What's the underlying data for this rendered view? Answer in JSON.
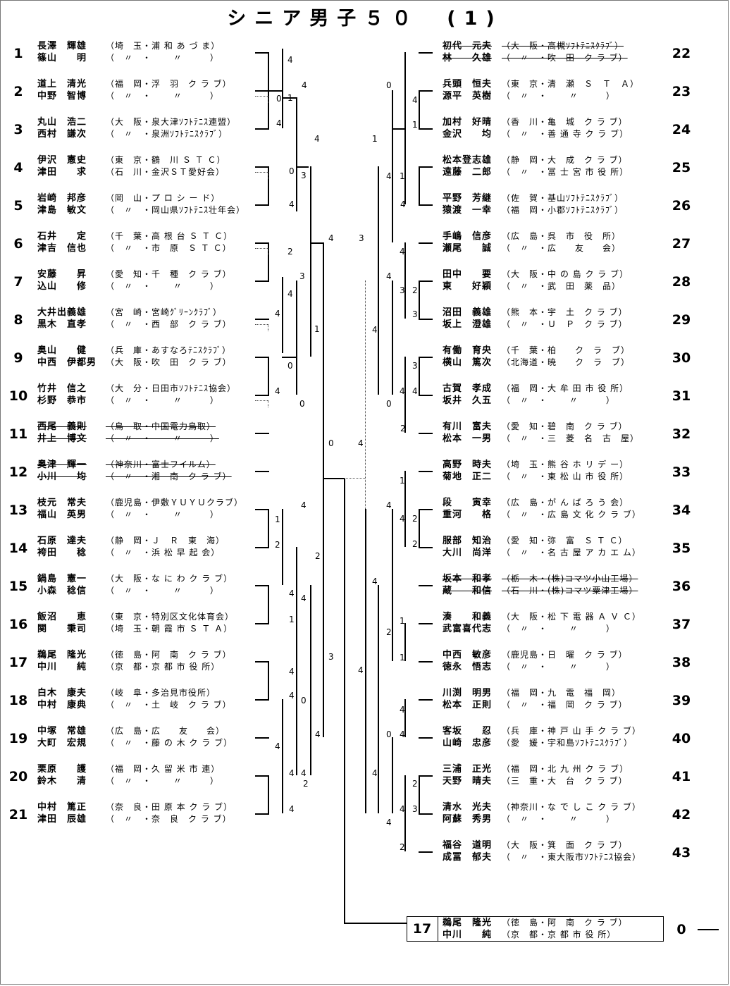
{
  "title": "シニア男子５０　(1)",
  "left": [
    {
      "no": "1",
      "p1": "長澤　輝雄",
      "a1": "（埼　玉・浦 和 あ づ ま）",
      "p2": "篠山　　明",
      "a2": "（　〃　・　　 〃　　　）"
    },
    {
      "no": "2",
      "p1": "道上　清光",
      "a1": "（福　岡・浮　羽　ク ラ ブ）",
      "p2": "中野　智博",
      "a2": "（　〃　・　　 〃　　　）"
    },
    {
      "no": "3",
      "p1": "丸山　浩二",
      "a1": "（大　阪・泉大津ｿﾌﾄﾃﾆｽ連盟）",
      "p2": "西村　謙次",
      "a2": "（　〃　・泉洲ｿﾌﾄﾃﾆｽｸﾗﾌﾞ）"
    },
    {
      "no": "4",
      "p1": "伊沢　憲史",
      "a1": "（東　京・鶴　川 Ｓ Ｔ Ｃ）",
      "p2": "津田　　求",
      "a2": "（石　川・金沢ＳＴ愛好会）"
    },
    {
      "no": "5",
      "p1": "岩崎　邦彦",
      "a1": "（岡　山・プ ロ シ ー ド）",
      "p2": "津島　敏文",
      "a2": "（　〃　・岡山県ｿﾌﾄﾃﾆｽ壮年会）"
    },
    {
      "no": "6",
      "p1": "石井　　定",
      "a1": "（千　葉・高 根 台 Ｓ Ｔ Ｃ）",
      "p2": "津吉　信也",
      "a2": "（　〃　・市　原　Ｓ Ｔ Ｃ）"
    },
    {
      "no": "7",
      "p1": "安藤　　昇",
      "a1": "（愛　知・千　種　ク ラ ブ）",
      "p2": "込山　　修",
      "a2": "（　〃　・　　 〃　　　）"
    },
    {
      "no": "8",
      "p1": "大井出義雄",
      "a1": "（宮　崎・宮崎ｸﾞﾘｰﾝｸﾗﾌﾞ）",
      "p2": "黒木　直孝",
      "a2": "（　〃　・西　部　ク ラ ブ）"
    },
    {
      "no": "9",
      "p1": "奥山　　健",
      "a1": "（兵　庫・あすなろﾃﾆｽｸﾗﾌﾞ）",
      "p2": "中西　伊都男",
      "a2": "（大　阪・吹　田　ク ラ ブ）"
    },
    {
      "no": "10",
      "p1": "竹井　信之",
      "a1": "（大　分・日田市ｿﾌﾄﾃﾆｽ協会）",
      "p2": "杉野　恭市",
      "a2": "（　〃　・　　 〃　　　）"
    },
    {
      "no": "11",
      "p1": "西尾　義則",
      "a1": "（鳥　取・中国電力鳥取）",
      "p2": "井上　博文",
      "a2": "（　〃　・　　 〃　　　）",
      "withdrawn": true
    },
    {
      "no": "12",
      "p1": "奥津　輝一",
      "a1": "（神奈川・富士フイルム）",
      "p2": "小川　　均",
      "a2": "（　〃　・湘　南　ク ラ ブ）",
      "withdrawn": true
    },
    {
      "no": "13",
      "p1": "枝元　常夫",
      "a1": "（鹿児島・伊敷ＹＵＹＵクラブ）",
      "p2": "福山　英男",
      "a2": "（　〃　・　　 〃　　　）"
    },
    {
      "no": "14",
      "p1": "石原　達夫",
      "a1": "（静　岡・Ｊ　Ｒ　東　海）",
      "p2": "袴田　　稔",
      "a2": "（　〃　・浜 松 早 起 会）"
    },
    {
      "no": "15",
      "p1": "鍋島　憲一",
      "a1": "（大　阪・な に わ ク ラ ブ）",
      "p2": "小森　稔信",
      "a2": "（　〃　・　　 〃　　　）"
    },
    {
      "no": "16",
      "p1": "飯沼　　恵",
      "a1": "（東　京・特別区文化体育会）",
      "p2": "関　　秉司",
      "a2": "（埼　玉・朝 霞 市 Ｓ Ｔ Ａ）"
    },
    {
      "no": "17",
      "p1": "鵜尾　隆光",
      "a1": "（徳　島・阿　南　ク ラ ブ）",
      "p2": "中川　　純",
      "a2": "（京　都・京 都 市 役 所）"
    },
    {
      "no": "18",
      "p1": "白木　康夫",
      "a1": "（岐　阜・多治見市役所）",
      "p2": "中村　康典",
      "a2": "（　〃　・土　岐　ク ラ ブ）"
    },
    {
      "no": "19",
      "p1": "中塚　常雄",
      "a1": "（広　島・広　　友　　会）",
      "p2": "大町　宏規",
      "a2": "（　〃　・藤 の 木 ク ラ ブ）"
    },
    {
      "no": "20",
      "p1": "栗原　　護",
      "a1": "（福　岡・久 留 米 市 連）",
      "p2": "鈴木　　清",
      "a2": "（　〃　・　　 〃　　　）"
    },
    {
      "no": "21",
      "p1": "中村　篤正",
      "a1": "（奈　良・田 原 本 ク ラ ブ）",
      "p2": "津田　辰雄",
      "a2": "（　〃　・奈　良　ク ラ ブ）"
    }
  ],
  "right": [
    {
      "no": "22",
      "p1": "初代　元夫",
      "a1": "（大　阪・高槻ｿﾌﾄﾃﾆｽｸﾗﾌﾞ）",
      "p2": "林　　久雄",
      "a2": "（　〃　・吹　田　ク ラ ブ）",
      "withdrawn": true
    },
    {
      "no": "23",
      "p1": "兵頭　恒夫",
      "a1": "（東　京・清　瀬　Ｓ　Ｔ　Ａ）",
      "p2": "源平　英樹",
      "a2": "（　〃　・　　 〃　　　）"
    },
    {
      "no": "24",
      "p1": "加村　好晴",
      "a1": "（香　川・亀　城　ク ラ ブ）",
      "p2": "金沢　　均",
      "a2": "（　〃　・善 通 寺 ク ラ ブ）"
    },
    {
      "no": "25",
      "p1": "松本登志雄",
      "a1": "（静　岡・大　成　ク ラ ブ）",
      "p2": "遠藤　二郎",
      "a2": "（　〃　・冨 士 宮 市 役 所）"
    },
    {
      "no": "26",
      "p1": "平野　芳継",
      "a1": "（佐　賀・基山ｿﾌﾄﾃﾆｽｸﾗﾌﾞ）",
      "p2": "猿渡　一幸",
      "a2": "（福　岡・小郡ｿﾌﾄﾃﾆｽｸﾗﾌﾞ）"
    },
    {
      "no": "27",
      "p1": "手嶋　信彦",
      "a1": "（広　島・呉　市　役　所）",
      "p2": "瀬尾　　誠",
      "a2": "（　〃　・広　　友　　会）"
    },
    {
      "no": "28",
      "p1": "田中　　要",
      "a1": "（大　阪・中 の 島 ク ラ ブ）",
      "p2": "東　　好穎",
      "a2": "（　〃　・武　田　薬　品）"
    },
    {
      "no": "29",
      "p1": "沼田　義雄",
      "a1": "（熊　本・宇　土　ク ラ ブ）",
      "p2": "坂上　澄雄",
      "a2": "（　〃　・Ｕ　Ｐ　ク ラ ブ）"
    },
    {
      "no": "30",
      "p1": "有働　育央",
      "a1": "（千　葉・柏　　ク　ラ　ブ）",
      "p2": "横山　篤次",
      "a2": "（北海道・暁　　ク　ラ　ブ）"
    },
    {
      "no": "31",
      "p1": "古賀　孝成",
      "a1": "（福　岡・大 牟 田 市 役 所）",
      "p2": "坂井　久五",
      "a2": "（　〃　・　　 〃　　　）"
    },
    {
      "no": "32",
      "p1": "有川　富夫",
      "a1": "（愛　知・碧　南　ク ラ ブ）",
      "p2": "松本　一男",
      "a2": "（　〃　・三　菱　名　古　屋）"
    },
    {
      "no": "33",
      "p1": "高野　時夫",
      "a1": "（埼　玉・熊 谷 ホ リ デ ー）",
      "p2": "菊地　正二",
      "a2": "（　〃　・東 松 山 市 役 所）"
    },
    {
      "no": "34",
      "p1": "段　　寅幸",
      "a1": "（広　島・が ん ば ろ う 会）",
      "p2": "重河　　格",
      "a2": "（　〃　・広 島 文 化 ク ラ ブ）"
    },
    {
      "no": "35",
      "p1": "服部　知治",
      "a1": "（愛　知・弥　富　Ｓ Ｔ Ｃ）",
      "p2": "大川　尚洋",
      "a2": "（　〃　・名 古 屋 ア カ エ ム）"
    },
    {
      "no": "36",
      "p1": "坂本　和孝",
      "a1": "（栃　木・(株)コマツ小山工場）",
      "p2": "蔵　　和信",
      "a2": "（石　川・(株)コマツ粟津工場）",
      "withdrawn": true
    },
    {
      "no": "37",
      "p1": "湊　　和義",
      "a1": "（大　阪・松 下 電 器 Ａ Ｖ Ｃ）",
      "p2": "武富喜代志",
      "a2": "（　〃　・　　 〃　　　）"
    },
    {
      "no": "38",
      "p1": "中西　敏彦",
      "a1": "（鹿児島・日　曜　ク ラ ブ）",
      "p2": "徳永　悟志",
      "a2": "（　〃　・　　 〃　　　）"
    },
    {
      "no": "39",
      "p1": "川渕　明男",
      "a1": "（福　岡・九　電　福　岡）",
      "p2": "松本　正則",
      "a2": "（　〃　・福　岡　ク ラ ブ）"
    },
    {
      "no": "40",
      "p1": "客坂　　忍",
      "a1": "（兵　庫・神 戸 山 手 ク ラ ブ）",
      "p2": "山崎　忠彦",
      "a2": "（愛　媛・宇和島ｿﾌﾄﾃﾆｽｸﾗﾌﾞ）"
    },
    {
      "no": "41",
      "p1": "三浦　正光",
      "a1": "（福　岡・北 九 州 ク ラ ブ）",
      "p2": "天野　晴夫",
      "a2": "（三　重・大　台　ク ラ ブ）"
    },
    {
      "no": "42",
      "p1": "清水　光夫",
      "a1": "（神奈川・な で し こ ク ラ ブ）",
      "p2": "阿蘇　秀男",
      "a2": "（　〃　・　　 〃　　　）"
    },
    {
      "no": "43",
      "p1": "福谷　道明",
      "a1": "（大　阪・箕　面　ク ラ ブ）",
      "p2": "成冨　郁夫",
      "a2": "（　〃　・東大阪市ｿﾌﾄﾃﾆｽ協会）"
    }
  ],
  "final": {
    "no": "17",
    "p1": "鵜尾　隆光",
    "a1": "（徳　島・阿　南　ク ラ ブ）",
    "p2": "中川　　純",
    "a2": "（京　都・京 都 市 役 所）",
    "score": "0"
  },
  "scores": [
    "4",
    "4",
    "0",
    "1",
    "4",
    "4",
    "0",
    "3",
    "4",
    "4",
    "2",
    "3",
    "4",
    "4",
    "1",
    "0",
    "4",
    "0",
    "0",
    "4",
    "1",
    "2",
    "2",
    "4",
    "4",
    "1",
    "3",
    "4",
    "4",
    "0",
    "4",
    "4",
    "4",
    "4",
    "2",
    "4",
    "0",
    "4",
    "1",
    "1",
    "4",
    "1",
    "4",
    "3",
    "4",
    "4",
    "3",
    "2",
    "3",
    "4",
    "3",
    "4",
    "4",
    "0",
    "2",
    "4",
    "1",
    "4",
    "4",
    "2",
    "2",
    "4",
    "1",
    "2",
    "1",
    "4",
    "4",
    "0",
    "4",
    "4",
    "2",
    "4",
    "3",
    "4",
    "2",
    "2",
    "4",
    "4",
    "1",
    "4",
    "1"
  ]
}
